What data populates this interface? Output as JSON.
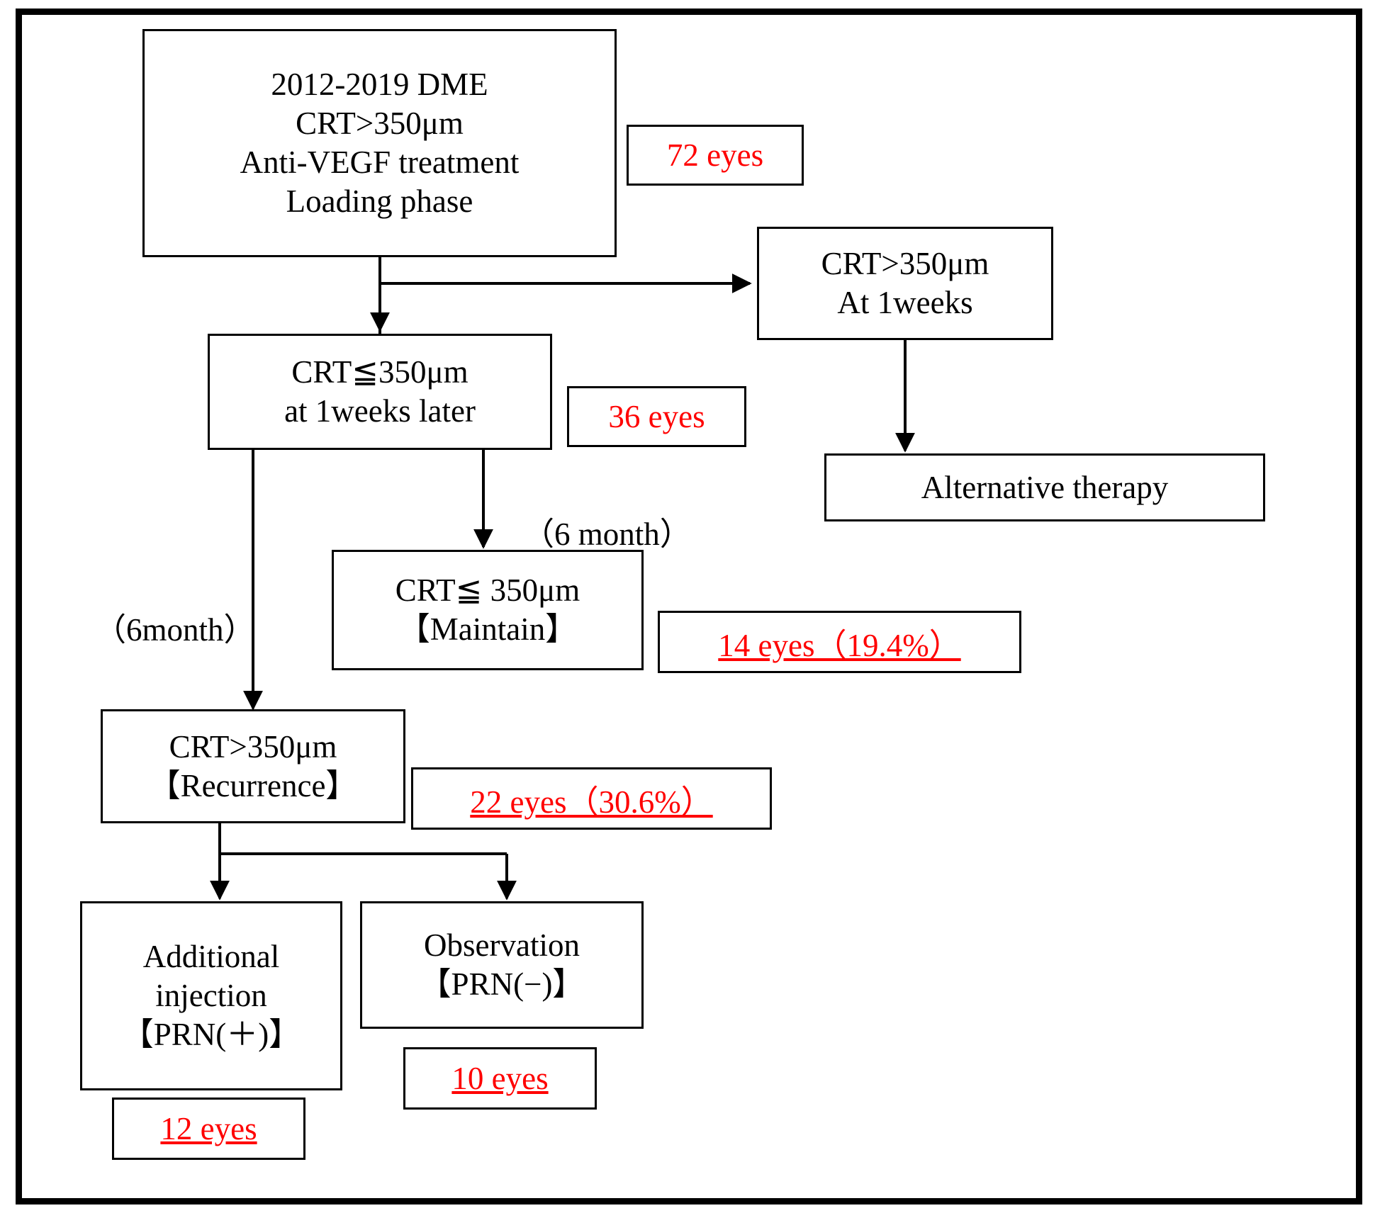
{
  "figure": {
    "type": "flowchart",
    "title": "DME anti-VEGF treatment flow",
    "accent_color": "#ff0000",
    "line_color": "#000000",
    "background": "#ffffff"
  },
  "nodes": [
    {
      "id": "cohort",
      "lines": [
        "2012-2019 DME",
        "CRT>350μm",
        "Anti-VEGF treatment",
        "Loading phase"
      ]
    },
    {
      "id": "crt-high-1w",
      "lines": [
        "CRT>350μm",
        "At 1weeks"
      ]
    },
    {
      "id": "crt-low-1w",
      "lines": [
        "CRT≦350μm",
        "at 1weeks later"
      ]
    },
    {
      "id": "alternative-therapy",
      "lines": [
        "Alternative therapy"
      ]
    },
    {
      "id": "maintain",
      "lines": [
        "CRT≦ 350μm",
        "【Maintain】"
      ]
    },
    {
      "id": "recurrence",
      "lines": [
        "CRT>350μm",
        "【Recurrence】"
      ]
    },
    {
      "id": "additional-injection",
      "lines": [
        "Additional",
        "injection",
        "【PRN(＋)】"
      ]
    },
    {
      "id": "observation",
      "lines": [
        "Observation",
        "【PRN(−)】"
      ]
    }
  ],
  "counts": {
    "cohort": "72 eyes",
    "crt_low_1w": "36 eyes",
    "maintain": "14 eyes（19.4%）",
    "recurrence": "22 eyes（30.6%）",
    "additional_injection": "12 eyes",
    "observation": "10 eyes"
  },
  "edge_labels": {
    "six_month_left": "（6month）",
    "six_month_mid": "（6 month）"
  }
}
